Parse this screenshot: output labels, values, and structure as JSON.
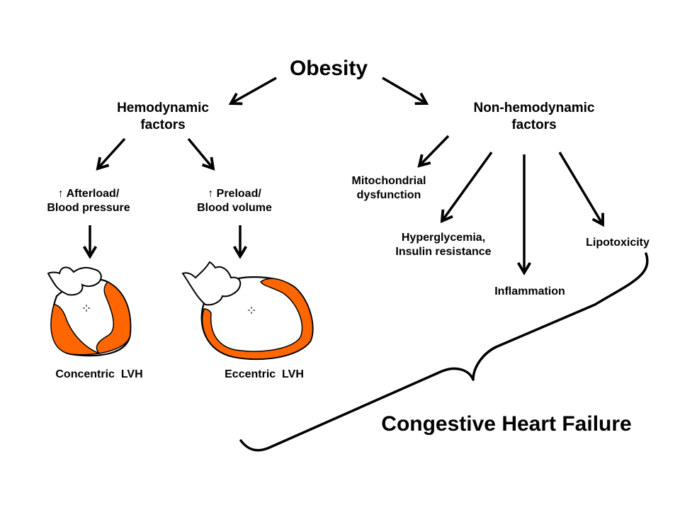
{
  "diagram": {
    "root": "Obesity",
    "hemodynamic": [
      "Hemodynamic",
      "factors"
    ],
    "non_hemodynamic": [
      "Non-hemodynamic",
      "factors"
    ],
    "afterload": [
      "↑ Afterload/",
      "Blood pressure"
    ],
    "preload": [
      "↑ Preload/",
      "Blood volume"
    ],
    "concentric": "Concentric  LVH",
    "eccentric": "Eccentric  LVH",
    "mitochondrial": [
      "Mitochondrial",
      "dysfunction"
    ],
    "hyperglycemia": [
      "Hyperglycemia,",
      "Insulin resistance"
    ],
    "inflammation": "Inflammation",
    "lipotoxicity": "Lipotoxicity",
    "outcome": "Congestive Heart Failure"
  },
  "colors": {
    "myocardium": "#ff6600",
    "outline": "#000000",
    "background": "#ffffff"
  }
}
